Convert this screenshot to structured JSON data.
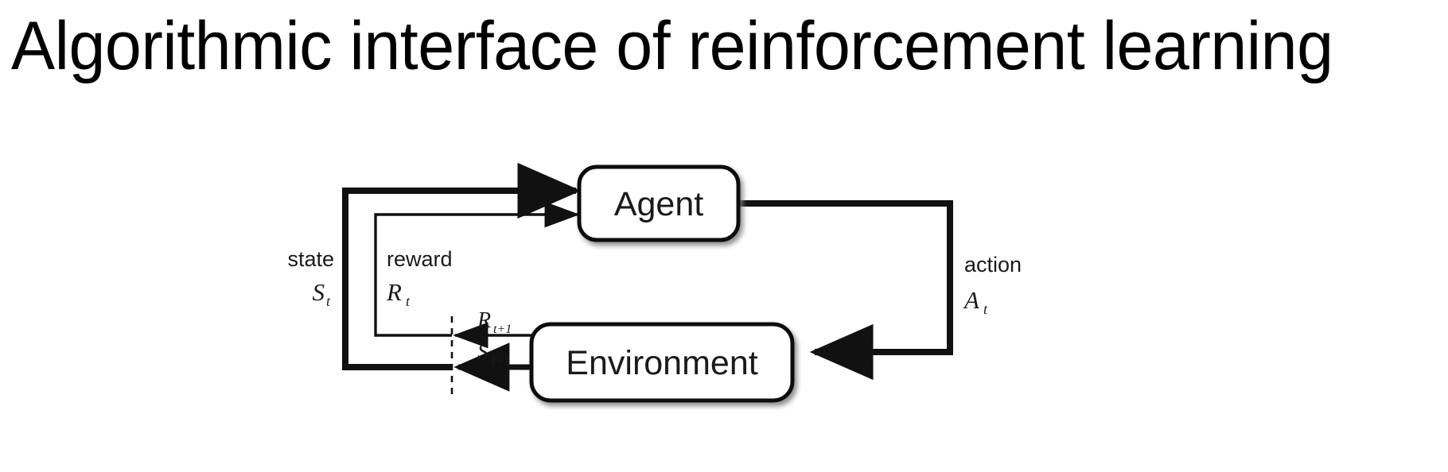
{
  "slide": {
    "title": "Algorithmic interface of reinforcement learning",
    "background_color": "#ffffff",
    "ink_color": "#1a1a1a"
  },
  "diagram": {
    "name": "agent-environment-interaction-loop",
    "nodes": [
      {
        "id": "agent",
        "label": "Agent"
      },
      {
        "id": "environment",
        "label": "Environment"
      }
    ],
    "edges": [
      {
        "id": "state-to-agent",
        "from": "environment",
        "to": "agent",
        "weight": "thick",
        "label_word": "state",
        "label_symbol": "S",
        "label_subscript": "t"
      },
      {
        "id": "reward-to-agent",
        "from": "environment",
        "to": "agent",
        "weight": "thin",
        "label_word": "reward",
        "label_symbol": "R",
        "label_subscript": "t"
      },
      {
        "id": "action-to-environment",
        "from": "agent",
        "to": "environment",
        "weight": "thick",
        "label_word": "action",
        "label_symbol": "A",
        "label_subscript": "t"
      },
      {
        "id": "next-reward-from-environment",
        "from": "environment",
        "to": "time-boundary",
        "weight": "thin",
        "label_word": "",
        "label_symbol": "R",
        "label_subscript": "t+1"
      },
      {
        "id": "next-state-from-environment",
        "from": "environment",
        "to": "time-boundary",
        "weight": "thick",
        "label_word": "",
        "label_symbol": "S",
        "label_subscript": "t+1"
      }
    ],
    "time_boundary": {
      "id": "time-step-divider",
      "style": "dashed-vertical"
    }
  }
}
